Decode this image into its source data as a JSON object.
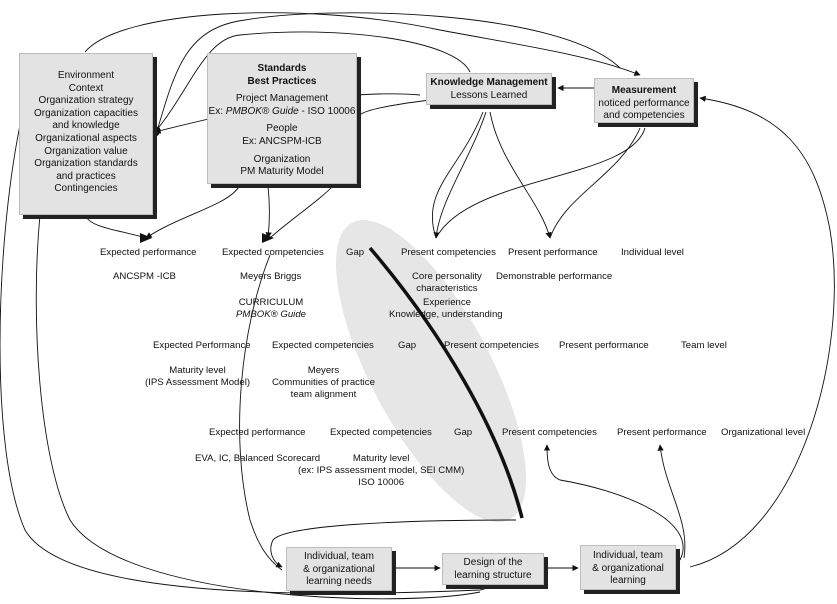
{
  "boxes": {
    "environment": {
      "lines": [
        "Environment",
        "Context",
        "Organization strategy",
        "Organization capacities",
        "and knowledge",
        "Organizational aspects",
        "Organization value",
        "Organization standards",
        "and practices",
        "Contingencies"
      ]
    },
    "standards": {
      "title": [
        "Standards",
        "Best Practices"
      ],
      "pm_lines": [
        "Project Management"
      ],
      "pm_ex_prefix": "Ex: ",
      "pm_ex_italic": "PMBOK® Guide",
      "pm_ex_suffix": " - ISO 10006",
      "people_lines": [
        "People",
        "Ex: ANCSPM-ICB"
      ],
      "org_lines": [
        "Organization",
        "PM Maturity Model"
      ]
    },
    "knowledge": {
      "title": "Knowledge Management",
      "subtitle": "Lessons Learned"
    },
    "measurement": {
      "title": "Measurement",
      "line1": "noticed performance",
      "line2": "and competencies"
    },
    "learning_needs": {
      "lines": [
        "Individual, team",
        "& organizational",
        "learning needs"
      ]
    },
    "design": {
      "lines": [
        "Design of the",
        "learning structure"
      ]
    },
    "learning": {
      "lines": [
        "Individual, team",
        "& organizational",
        "learning"
      ]
    }
  },
  "individual_level": {
    "expected_performance": "Expected performance",
    "expected_competencies": "Expected competencies",
    "gap": "Gap",
    "present_competencies": "Present competencies",
    "present_performance": "Present performance",
    "level": "Individual level",
    "ancspm": "ANCSPM -ICB",
    "meyers_briggs": "Meyers Briggs",
    "curriculum": "CURRICULUM",
    "pmbok": "PMBOK® Guide",
    "core": [
      "Core personality",
      "characteristics"
    ],
    "experience": "Experience",
    "knowledge": "Knowledge, understanding",
    "demonstrable": "Demonstrable performance"
  },
  "team_level": {
    "expected_performance": "Expected Performance",
    "expected_competencies": "Expected competencies",
    "gap": "Gap",
    "present_competencies": "Present competencies",
    "present_performance": "Present performance",
    "level": "Team level",
    "maturity": [
      "Maturity level",
      "(IPS Assessment Model)"
    ],
    "meyers": [
      "Meyers",
      "Communities of practice",
      "team alignment"
    ]
  },
  "org_level": {
    "expected_performance": "Expected performance",
    "expected_competencies": "Expected competencies",
    "gap": "Gap",
    "present_competencies": "Present competencies",
    "present_performance": "Present performance",
    "level": "Organizational level",
    "eva": "EVA, IC, Balanced Scorecard",
    "maturity": [
      "Maturity level",
      "(ex: IPS assessment model, SEI CMM)",
      "ISO 10006"
    ]
  },
  "colors": {
    "box_fill": "#e3e3e3",
    "gap_ellipse": "#e6e6e6",
    "line": "#111111"
  }
}
